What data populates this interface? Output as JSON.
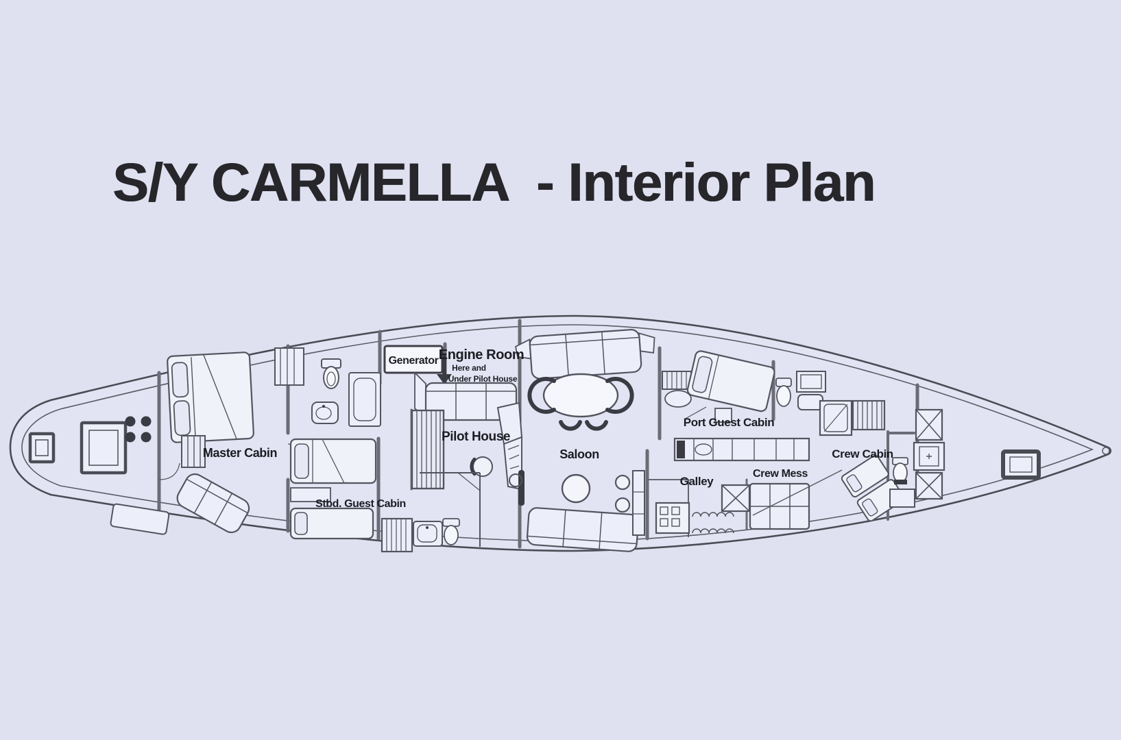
{
  "title": "S/Y CARMELLA  - Interior Plan",
  "colors": {
    "background": "#dfe1f0",
    "hull_fill": "#e2e4f3",
    "line": "#4e4f59",
    "wall": "#6b6c76",
    "dark": "#3a3b43",
    "label": "#1c1c22"
  },
  "labels": {
    "master_cabin": "Master Cabin",
    "stbd_guest_cabin": "Stbd. Guest Cabin",
    "generator": "Generator",
    "engine_room": "Engine Room",
    "engine_room_note1": "Here and",
    "engine_room_note2": "Under Pilot House",
    "pilot_house": "Pilot House",
    "saloon": "Saloon",
    "port_guest_cabin": "Port Guest Cabin",
    "galley": "Galley",
    "crew_mess": "Crew Mess",
    "crew_cabin": "Crew Cabin"
  }
}
